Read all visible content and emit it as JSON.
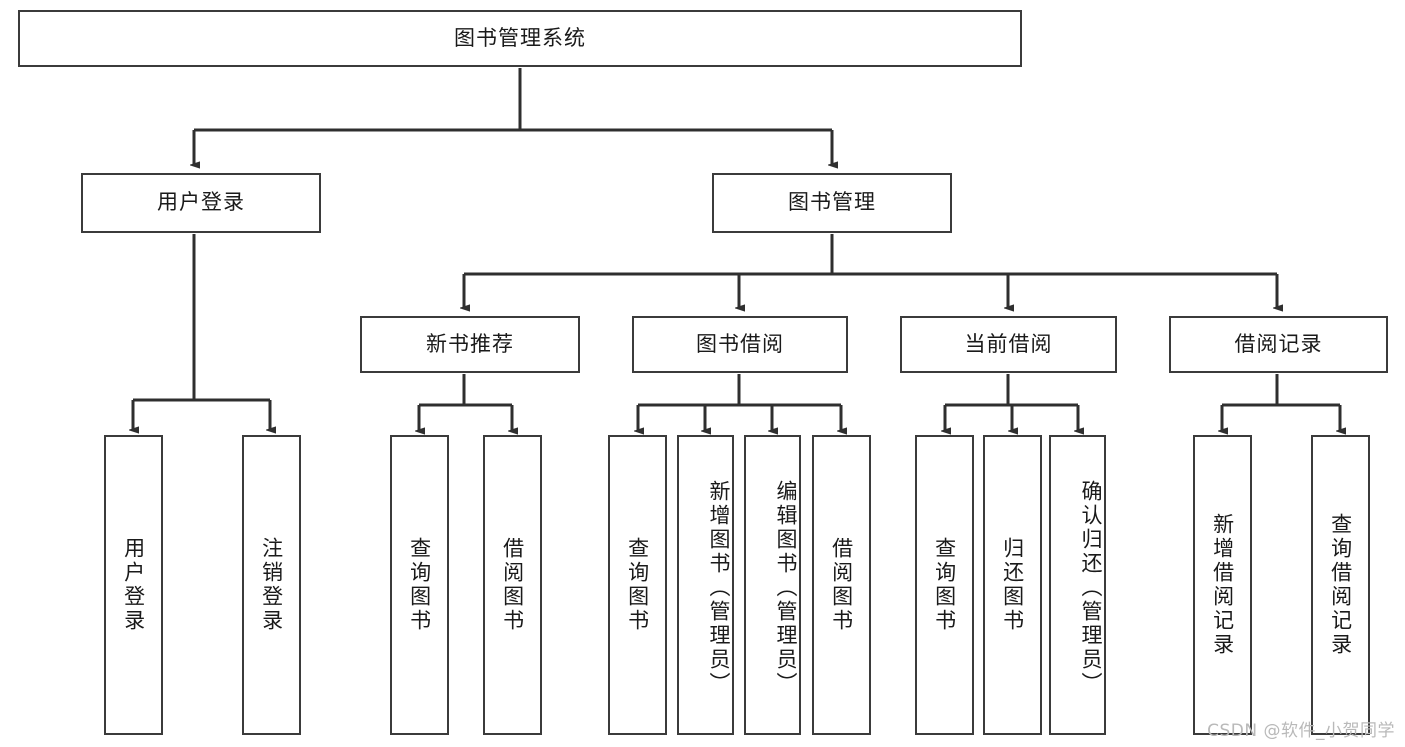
{
  "diagram": {
    "type": "tree-hierarchy",
    "title": "图书管理系统",
    "watermark": "CSDN @软件_小贺同学",
    "colors": {
      "box_border": "#3b3b3b",
      "box_fill": "#ffffff",
      "link": "#2f2f2f",
      "text": "#1a1a1a",
      "watermark": "#b9b9b9"
    },
    "levels": {
      "root": {
        "label": "图书管理系统"
      },
      "level2": [
        {
          "label": "用户登录"
        },
        {
          "label": "图书管理"
        }
      ],
      "level3": [
        {
          "label": "新书推荐"
        },
        {
          "label": "图书借阅"
        },
        {
          "label": "当前借阅"
        },
        {
          "label": "借阅记录"
        }
      ],
      "leaves": {
        "user_login": [
          {
            "label": "用户登录"
          },
          {
            "label": "注销登录"
          }
        ],
        "new_book_recommend": [
          {
            "label": "查询图书"
          },
          {
            "label": "借阅图书"
          }
        ],
        "book_borrow": [
          {
            "label": "查询图书"
          },
          {
            "label": "新增图书（管理员）"
          },
          {
            "label": "编辑图书（管理员）"
          },
          {
            "label": "借阅图书"
          }
        ],
        "current_borrow": [
          {
            "label": "查询图书"
          },
          {
            "label": "归还图书"
          },
          {
            "label": "确认归还（管理员）"
          }
        ],
        "borrow_record": [
          {
            "label": "新增借阅记录"
          },
          {
            "label": "查询借阅记录"
          }
        ]
      }
    }
  }
}
